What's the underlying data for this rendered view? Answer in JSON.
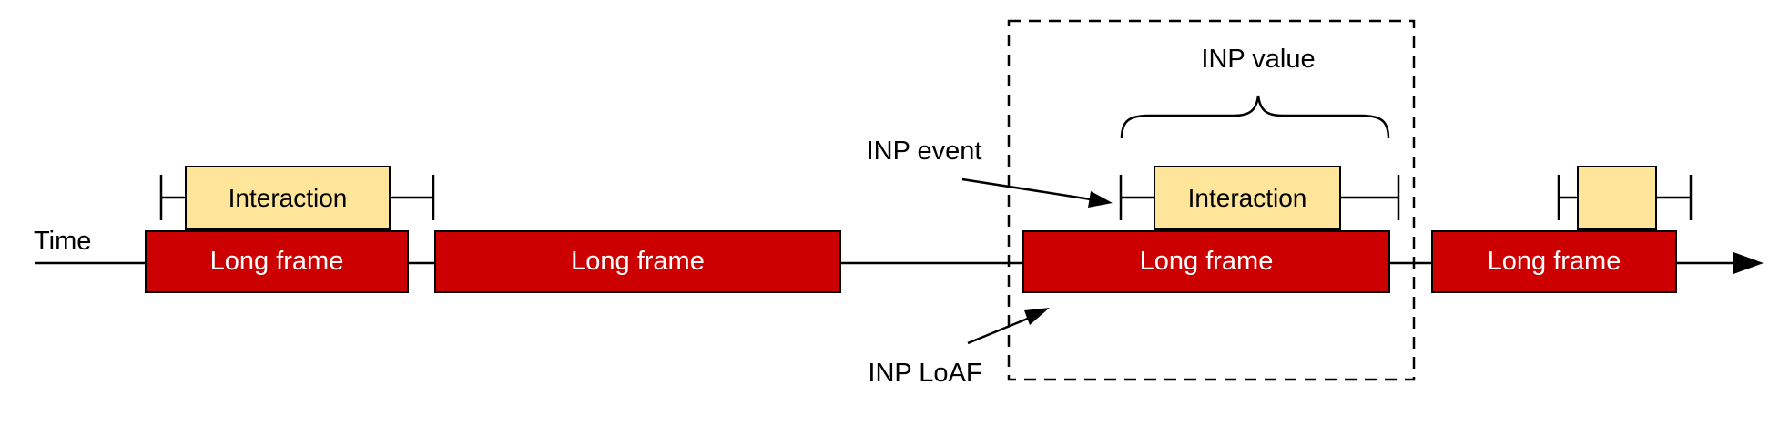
{
  "diagram": {
    "time_label": "Time",
    "annotations": {
      "inp_event": "INP event",
      "inp_value": "INP value",
      "inp_loaf": "INP LoAF"
    },
    "long_frames": [
      {
        "label": "Long frame"
      },
      {
        "label": "Long frame"
      },
      {
        "label": "Long frame"
      },
      {
        "label": "Long frame"
      }
    ],
    "interactions": [
      {
        "label": "Interaction"
      },
      {
        "label": "Interaction"
      },
      {
        "label": ""
      }
    ],
    "colors": {
      "long_frame_fill": "#cc0000",
      "interaction_fill": "#ffe599",
      "line": "#000000",
      "long_frame_text": "#ffffff",
      "label_text": "#000000"
    }
  }
}
